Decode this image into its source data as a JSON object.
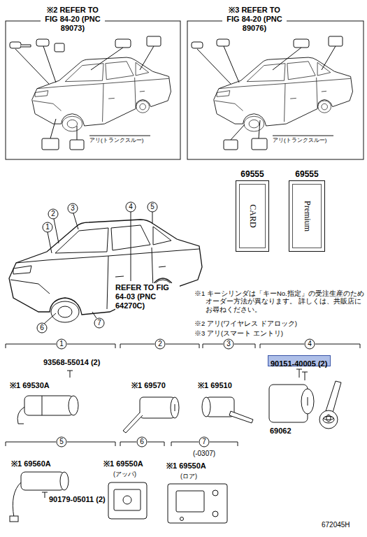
{
  "diagram": {
    "nodes": [
      {
        "text": [
          "69555",
          "CARD"
        ]
      },
      {
        "text": [
          "69555",
          "Premium"
        ]
      },
      {
        "text": [
          "90151-40005 (2)"
        ]
      }
    ],
    "labels": [
      "※2 REFER TO FIG 84-20 (PNC 89073)",
      "※3 REFER TO FIG 84-20 (PNC 89076)",
      "アリ(トランクスルー)",
      "アリ(トランクスルー)",
      "1",
      "2",
      "3",
      "4",
      "5",
      "6",
      "7",
      "REFER TO FIG 64-03 (PNC 64270C)",
      "※1 キーシリンダは「キーNo.指定」の受注生産のため オーダー方法が異なります。 詳しくは、共販店にお尋ねください。",
      "※2 アリ(ワイヤレス ドアロック)",
      "※3 アリ(スマート エントリ)",
      "1",
      "2",
      "3",
      "4",
      "5",
      "6",
      "7",
      "93568-55014 (2)",
      "※1 69530A",
      "※1 69570",
      "※1 69510",
      "69062",
      "※1 69560A",
      "90179-05011 (2)",
      "※1 69550A",
      "(アッパ)",
      "(-0307)",
      "※1 69550A",
      "(ロア)",
      "672045H"
    ]
  }
}
